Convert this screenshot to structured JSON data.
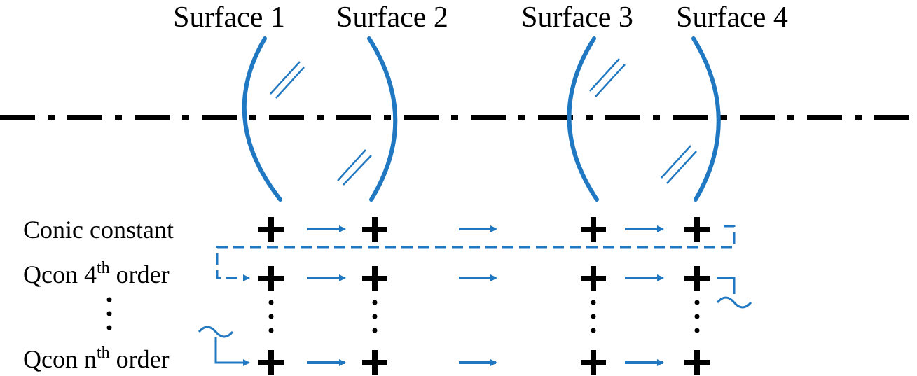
{
  "surfaces": {
    "s1": "Surface 1",
    "s2": "Surface 2",
    "s3": "Surface 3",
    "s4": "Surface 4"
  },
  "rows": {
    "conic": "Conic constant",
    "q4_prefix": "Qcon 4",
    "q4_sup": "th",
    "q4_suffix": " order",
    "qn_prefix": "Qcon n",
    "qn_sup": "th",
    "qn_suffix": " order"
  },
  "symbols": {
    "plus": "+",
    "tilde": "~"
  },
  "colors": {
    "lens": "#1f78c1",
    "arrow": "#1f78c1",
    "axis": "#000000",
    "plus": "#000000"
  }
}
